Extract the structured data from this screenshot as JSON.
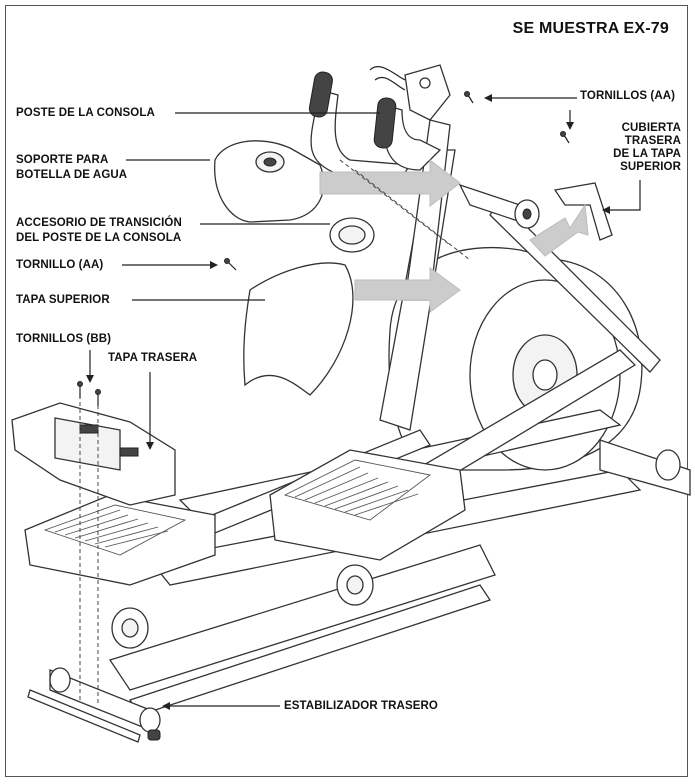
{
  "title": "SE MUESTRA EX-79",
  "labels": {
    "poste_consola": "POSTE DE LA CONSOLA",
    "soporte_botella_1": "SOPORTE PARA",
    "soporte_botella_2": "BOTELLA DE AGUA",
    "accesorio_1": "ACCESORIO DE TRANSICIÓN",
    "accesorio_2": "DEL POSTE DE LA CONSOLA",
    "tornillo_aa": "TORNILLO (AA)",
    "tapa_superior": "TAPA SUPERIOR",
    "tornillos_bb": "TORNILLOS (BB)",
    "tapa_trasera": "TAPA TRASERA",
    "tornillos_aa": "TORNILLOS (AA)",
    "cubierta_1": "CUBIERTA",
    "cubierta_2": "TRASERA",
    "cubierta_3": "DE LA TAPA",
    "cubierta_4": "SUPERIOR",
    "estabilizador": "ESTABILIZADOR TRASERO"
  }
}
